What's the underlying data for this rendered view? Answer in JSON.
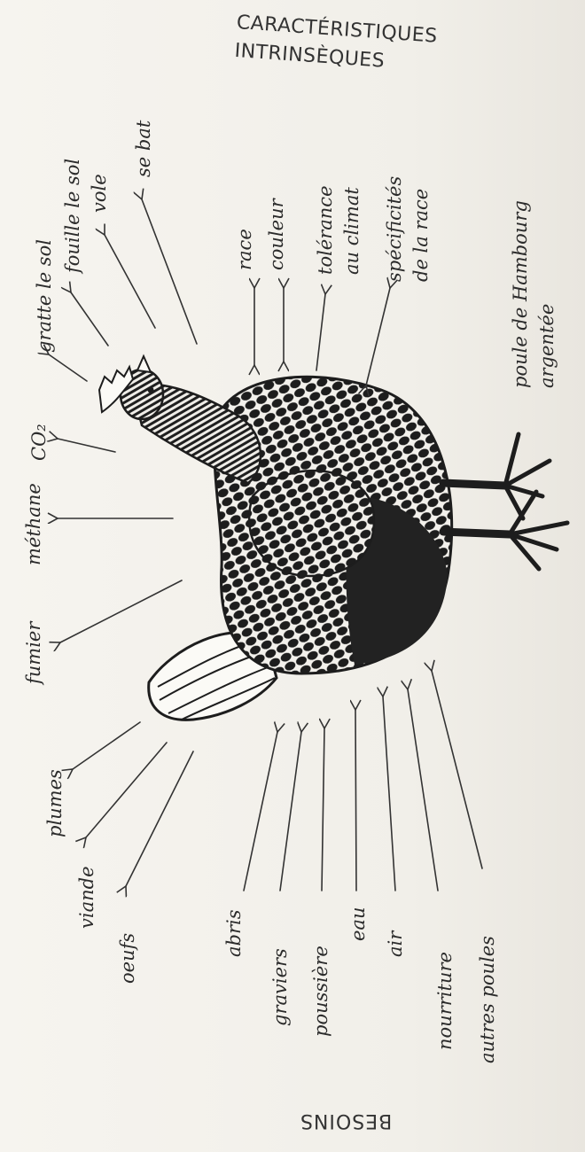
{
  "header": {
    "line1": "CARACTÉRISTIQUES",
    "line2": "INTRINSÈQUES"
  },
  "outputs": {
    "gratte": "gratte le sol",
    "fouille": "fouille le sol",
    "vole": "vole",
    "sebat": "se bat",
    "co2": "CO₂",
    "methane": "méthane",
    "fumier": "fumier",
    "plumes": "plumes",
    "viande": "viande",
    "oeufs": "oeufs"
  },
  "characteristics": {
    "race": "race",
    "couleur": "couleur",
    "tolerance_1": "tolérance",
    "tolerance_2": "au climat",
    "specificites_1": "spécificités",
    "specificites_2": "de la race"
  },
  "subject": {
    "line1": "poule de Hambourg",
    "line2": "argentée"
  },
  "needs": {
    "abris": "abris",
    "graviers": "graviers",
    "poussiere": "poussière",
    "eau": "eau",
    "air": "air",
    "nourriture": "nourriture",
    "autres_poules": "autres poules"
  },
  "footer": {
    "besoins": "BESOINS"
  }
}
